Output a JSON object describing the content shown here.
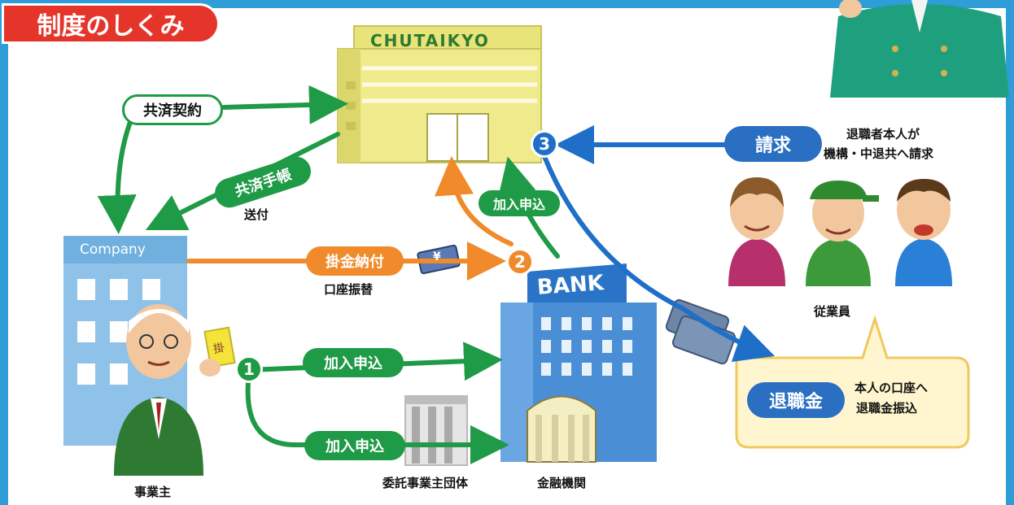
{
  "title": "制度のしくみ",
  "nodes": {
    "chutaikyo": "CHUTAIKYO",
    "company": "Company",
    "bank": "BANK",
    "employer": "事業主",
    "financial_institution": "金融機関",
    "entrusted_org": "委託事業主団体",
    "employees": "従業員",
    "money_card": "掛",
    "yen_note": "¥"
  },
  "flows": {
    "mutual_contract": "共済契約",
    "mutual_book": "共済手帳",
    "sent": "送付",
    "premium_payment": "掛金納付",
    "account_transfer": "口座振替",
    "join_to_chutaikyo": "加入申込",
    "join_via_bank": "加入申込",
    "join_via_org": "加入申込",
    "request": "請求",
    "request_note_1": "退職者本人が",
    "request_note_2": "機構・中退共へ請求",
    "retirement_money": "退職金",
    "payout_note_1": "本人の口座へ",
    "payout_note_2": "退職金振込"
  },
  "steps": {
    "one": "1",
    "two": "2",
    "three": "3"
  },
  "colors": {
    "frame_blue": "#2f9ed8",
    "title_red": "#e5352b",
    "green": "#1f9a46",
    "orange": "#f08a2a",
    "blue": "#1f6fc8",
    "building_yellow": "#efeb8d",
    "building_blue": "#8fc2e8",
    "bank_blue": "#4a8fd6",
    "bubble_fill": "#fff6d0"
  }
}
